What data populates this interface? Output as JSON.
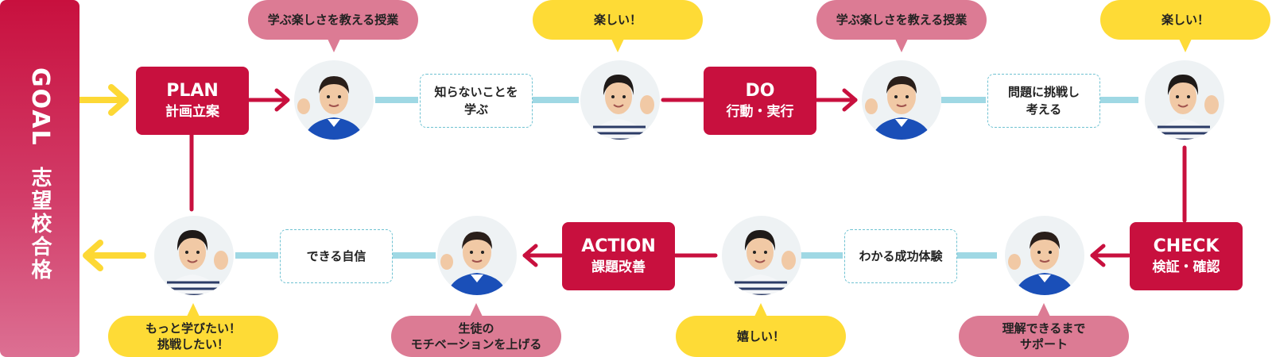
{
  "goal": {
    "label": "GOAL",
    "sub": "志望校合格"
  },
  "stages": {
    "plan": {
      "en": "PLAN",
      "jp": "計画立案"
    },
    "do": {
      "en": "DO",
      "jp": "行動・実行"
    },
    "check": {
      "en": "CHECK",
      "jp": "検証・確認"
    },
    "action": {
      "en": "ACTION",
      "jp": "課題改善"
    }
  },
  "boxes": {
    "learn": "知らないことを\n学ぶ",
    "challenge": "問題に挑戦し\n考える",
    "success": "わかる成功体験",
    "confidence": "できる自信"
  },
  "bubbles": {
    "teach1": "学ぶ楽しさを教える授業",
    "fun1": "楽しい！",
    "teach2": "学ぶ楽しさを教える授業",
    "fun2": "楽しい！",
    "support": "理解できるまで\nサポート",
    "happy": "嬉しい！",
    "motivation": "生徒の\nモチベーションを上げる",
    "more": "もっと学びたい！\n挑戦したい！"
  },
  "colors": {
    "crimson": "#c8103e",
    "pink": "#dc7b94",
    "yellow": "#fedb36",
    "cyan": "#6fc2d2",
    "navy": "#1a4fb8"
  }
}
